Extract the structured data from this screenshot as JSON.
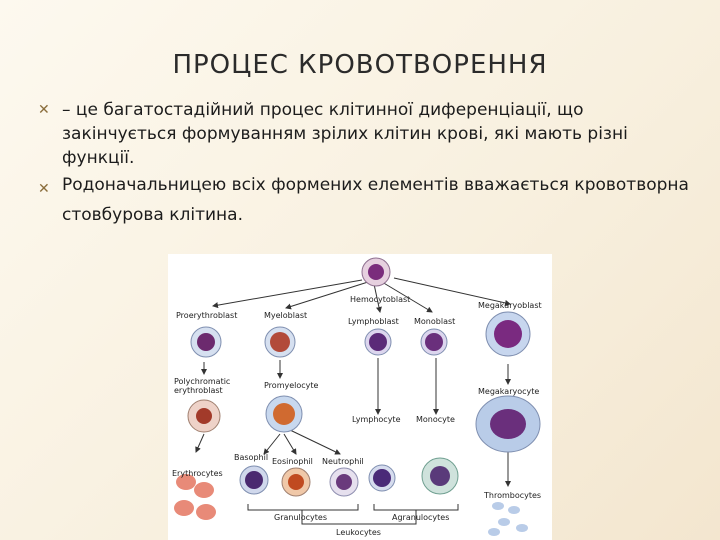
{
  "slide": {
    "title": "ПРОЦЕС КРОВОТВОРЕННЯ",
    "bullet_icon": "x-mark-icon",
    "bullets": [
      "– це багатостадійний процес клітинної диференціації, що закінчується формуванням зрілих клітин крові, які мають різні функції.",
      "Родоначальницею всіх формених елементів вважається кровотворна стовбурова клітина."
    ]
  },
  "diagram": {
    "labels": {
      "hemocytoblast": "Hemocytoblast",
      "proerythroblast": "Proerythroblast",
      "myeloblast": "Myeloblast",
      "lymphoblast": "Lymphoblast",
      "monoblast": "Monoblast",
      "megakaryoblast": "Megakaryoblast",
      "polychromatic": "Polychromatic",
      "erythroblast": "erythroblast",
      "promyelocyte": "Promyelocyte",
      "megakaryocyte": "Megakaryocyte",
      "lymphocyte": "Lymphocyte",
      "monocyte": "Monocyte",
      "basophil": "Basophil",
      "eosinophil": "Eosinophil",
      "neutrophil": "Neutrophil",
      "erythrocytes": "Erythrocytes",
      "thrombocytes": "Thrombocytes",
      "granulocytes": "Granulocytes",
      "agranulocytes": "Agranulocytes",
      "leukocytes": "Leukocytes"
    }
  }
}
